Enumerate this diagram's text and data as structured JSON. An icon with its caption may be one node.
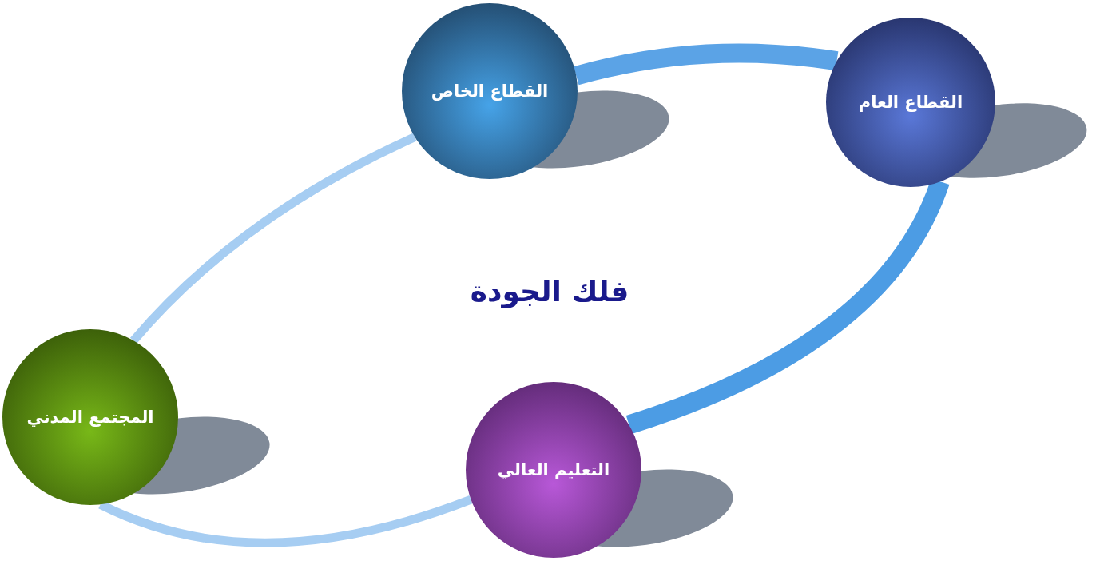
{
  "diagram": {
    "nodes": [
      {
        "text": [
          "القطاع الخاص"
        ]
      },
      {
        "text": [
          "القطاع العام"
        ]
      },
      {
        "text": [
          "التعليم العالي"
        ]
      },
      {
        "text": [
          "المجتمع المدني"
        ]
      }
    ],
    "edges": [
      {
        "from": 0,
        "to": 1,
        "arrow": "none",
        "style": "thick",
        "color": "#5ba3e6"
      },
      {
        "from": 1,
        "to": 2,
        "arrow": "none",
        "style": "thick",
        "color": "#4c9ce4"
      },
      {
        "from": 2,
        "to": 3,
        "arrow": "none",
        "color": "#a6cdf2"
      },
      {
        "from": 3,
        "to": 0,
        "arrow": "none",
        "color": "#a6cdf2"
      }
    ],
    "labels": [
      "فلك الجودة"
    ]
  }
}
